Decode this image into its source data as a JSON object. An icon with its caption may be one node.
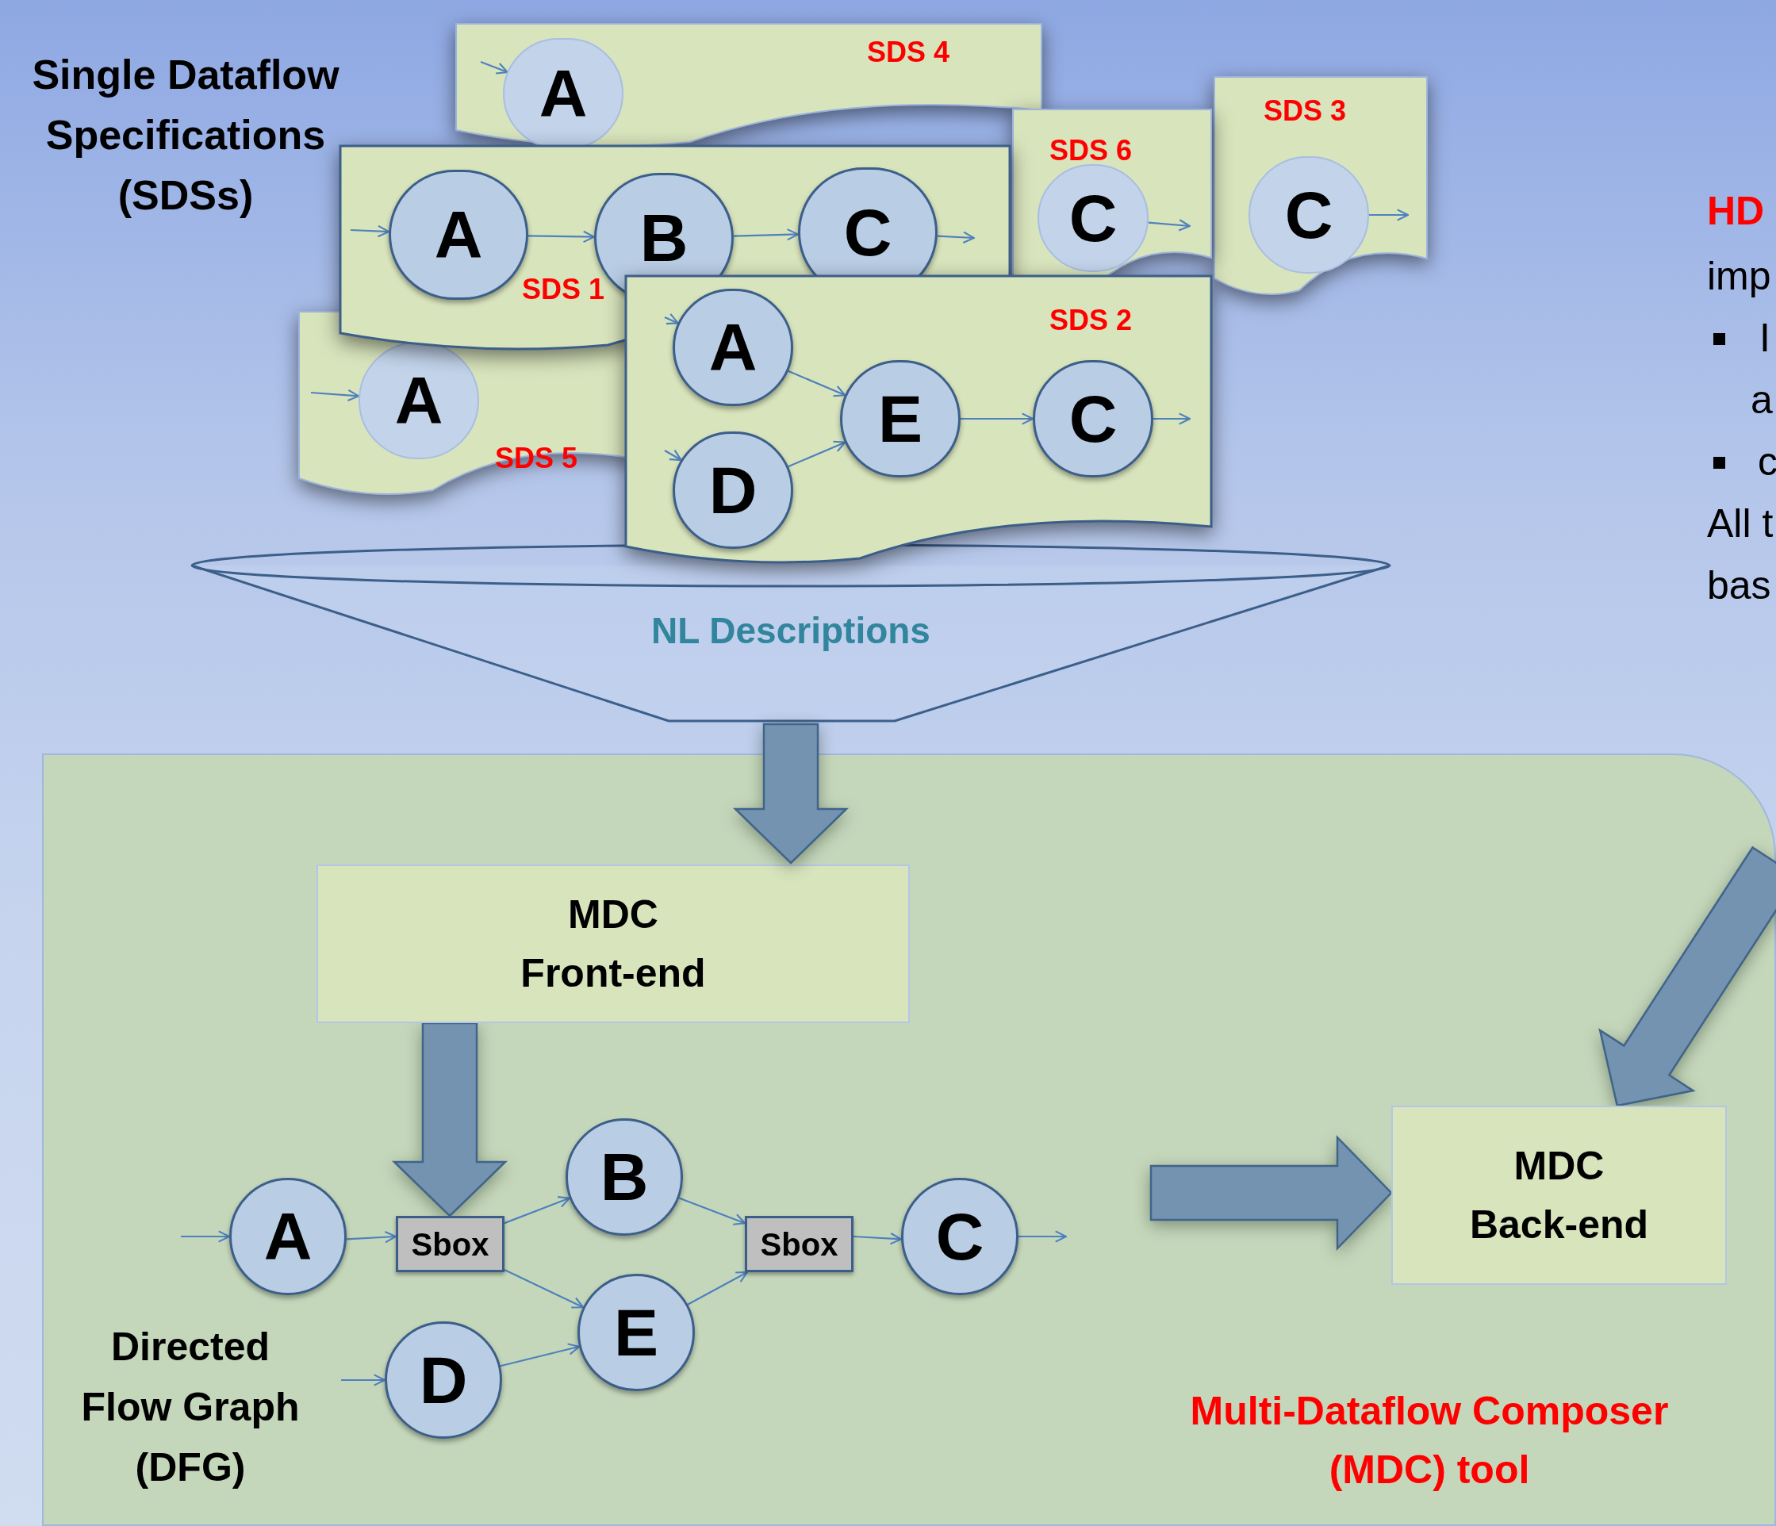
{
  "diagram": {
    "nodes": [
      {
        "text": [
          "SDS 4"
        ]
      },
      {
        "text": [
          "A"
        ],
        "in": 0
      },
      {
        "text": [
          "SDS 3"
        ]
      },
      {
        "text": [
          "C"
        ],
        "in": 2
      },
      {
        "text": [
          "SDS 6"
        ]
      },
      {
        "text": [
          "C"
        ],
        "in": 4
      },
      {
        "text": [
          "SDS 1"
        ]
      },
      {
        "text": [
          "A"
        ],
        "in": 6
      },
      {
        "text": [
          "B"
        ],
        "in": 6
      },
      {
        "text": [
          "C"
        ],
        "in": 6
      },
      {
        "text": [
          "SDS 5"
        ]
      },
      {
        "text": [
          "A"
        ],
        "in": 10
      },
      {
        "text": [
          "SDS 2"
        ]
      },
      {
        "text": [
          "A"
        ],
        "in": 12
      },
      {
        "text": [
          "D"
        ],
        "in": 12
      },
      {
        "text": [
          "E"
        ],
        "in": 12
      },
      {
        "text": [
          "C"
        ],
        "in": 12
      },
      {
        "text": [
          "NL Descriptions"
        ]
      },
      {
        "text": [
          "Multi-Dataflow Composer (MDC) tool"
        ]
      },
      {
        "text": [
          "MDC Front-end"
        ],
        "in": 18
      },
      {
        "text": [
          "MDC Back-end"
        ],
        "in": 18
      },
      {
        "text": [
          "A"
        ],
        "in": 18
      },
      {
        "text": [
          "Sbox"
        ],
        "in": 18
      },
      {
        "text": [
          "B"
        ],
        "in": 18
      },
      {
        "text": [
          "E"
        ],
        "in": 18
      },
      {
        "text": [
          "D"
        ],
        "in": 18
      },
      {
        "text": [
          "Sbox"
        ],
        "in": 18
      },
      {
        "text": [
          "C"
        ],
        "in": 18
      }
    ],
    "edges": [
      {
        "from": null,
        "to": 1,
        "arrow": "to"
      },
      {
        "from": null,
        "to": 7,
        "arrow": "to"
      },
      {
        "from": 7,
        "to": 8,
        "arrow": "to"
      },
      {
        "from": 8,
        "to": 9,
        "arrow": "to"
      },
      {
        "from": 9,
        "to": null,
        "arrow": "to"
      },
      {
        "from": 3,
        "to": null,
        "arrow": "to"
      },
      {
        "from": 5,
        "to": null,
        "arrow": "to"
      },
      {
        "from": null,
        "to": 11,
        "arrow": "to"
      },
      {
        "from": null,
        "to": 13,
        "arrow": "to"
      },
      {
        "from": null,
        "to": 14,
        "arrow": "to"
      },
      {
        "from": 13,
        "to": 15,
        "arrow": "to"
      },
      {
        "from": 14,
        "to": 15,
        "arrow": "to"
      },
      {
        "from": 15,
        "to": 16,
        "arrow": "to"
      },
      {
        "from": 16,
        "to": null,
        "arrow": "to"
      },
      {
        "from": 17,
        "to": 19,
        "arrow": "to",
        "style": "thick"
      },
      {
        "from": 19,
        "to": 22,
        "arrow": "to",
        "style": "thick"
      },
      {
        "from": null,
        "to": 20,
        "arrow": "to",
        "style": "thick"
      },
      {
        "from": null,
        "to": 20,
        "arrow": "to",
        "style": "thick"
      },
      {
        "from": null,
        "to": 21,
        "arrow": "to"
      },
      {
        "from": 21,
        "to": 22,
        "arrow": "to"
      },
      {
        "from": 22,
        "to": 23,
        "arrow": "to"
      },
      {
        "from": 22,
        "to": 24,
        "arrow": "to"
      },
      {
        "from": 25,
        "to": 24,
        "arrow": "to"
      },
      {
        "from": 23,
        "to": 26,
        "arrow": "to"
      },
      {
        "from": 24,
        "to": 26,
        "arrow": "to"
      },
      {
        "from": 26,
        "to": 27,
        "arrow": "to"
      },
      {
        "from": 27,
        "to": null,
        "arrow": "to"
      },
      {
        "from": null,
        "to": 25,
        "arrow": "to"
      }
    ],
    "labels": [
      "Single Dataflow Specifications (SDSs)",
      "HD",
      "imp",
      "I",
      "a",
      "c",
      "All t",
      "bas",
      "Directed Flow Graph (DFG)"
    ]
  }
}
